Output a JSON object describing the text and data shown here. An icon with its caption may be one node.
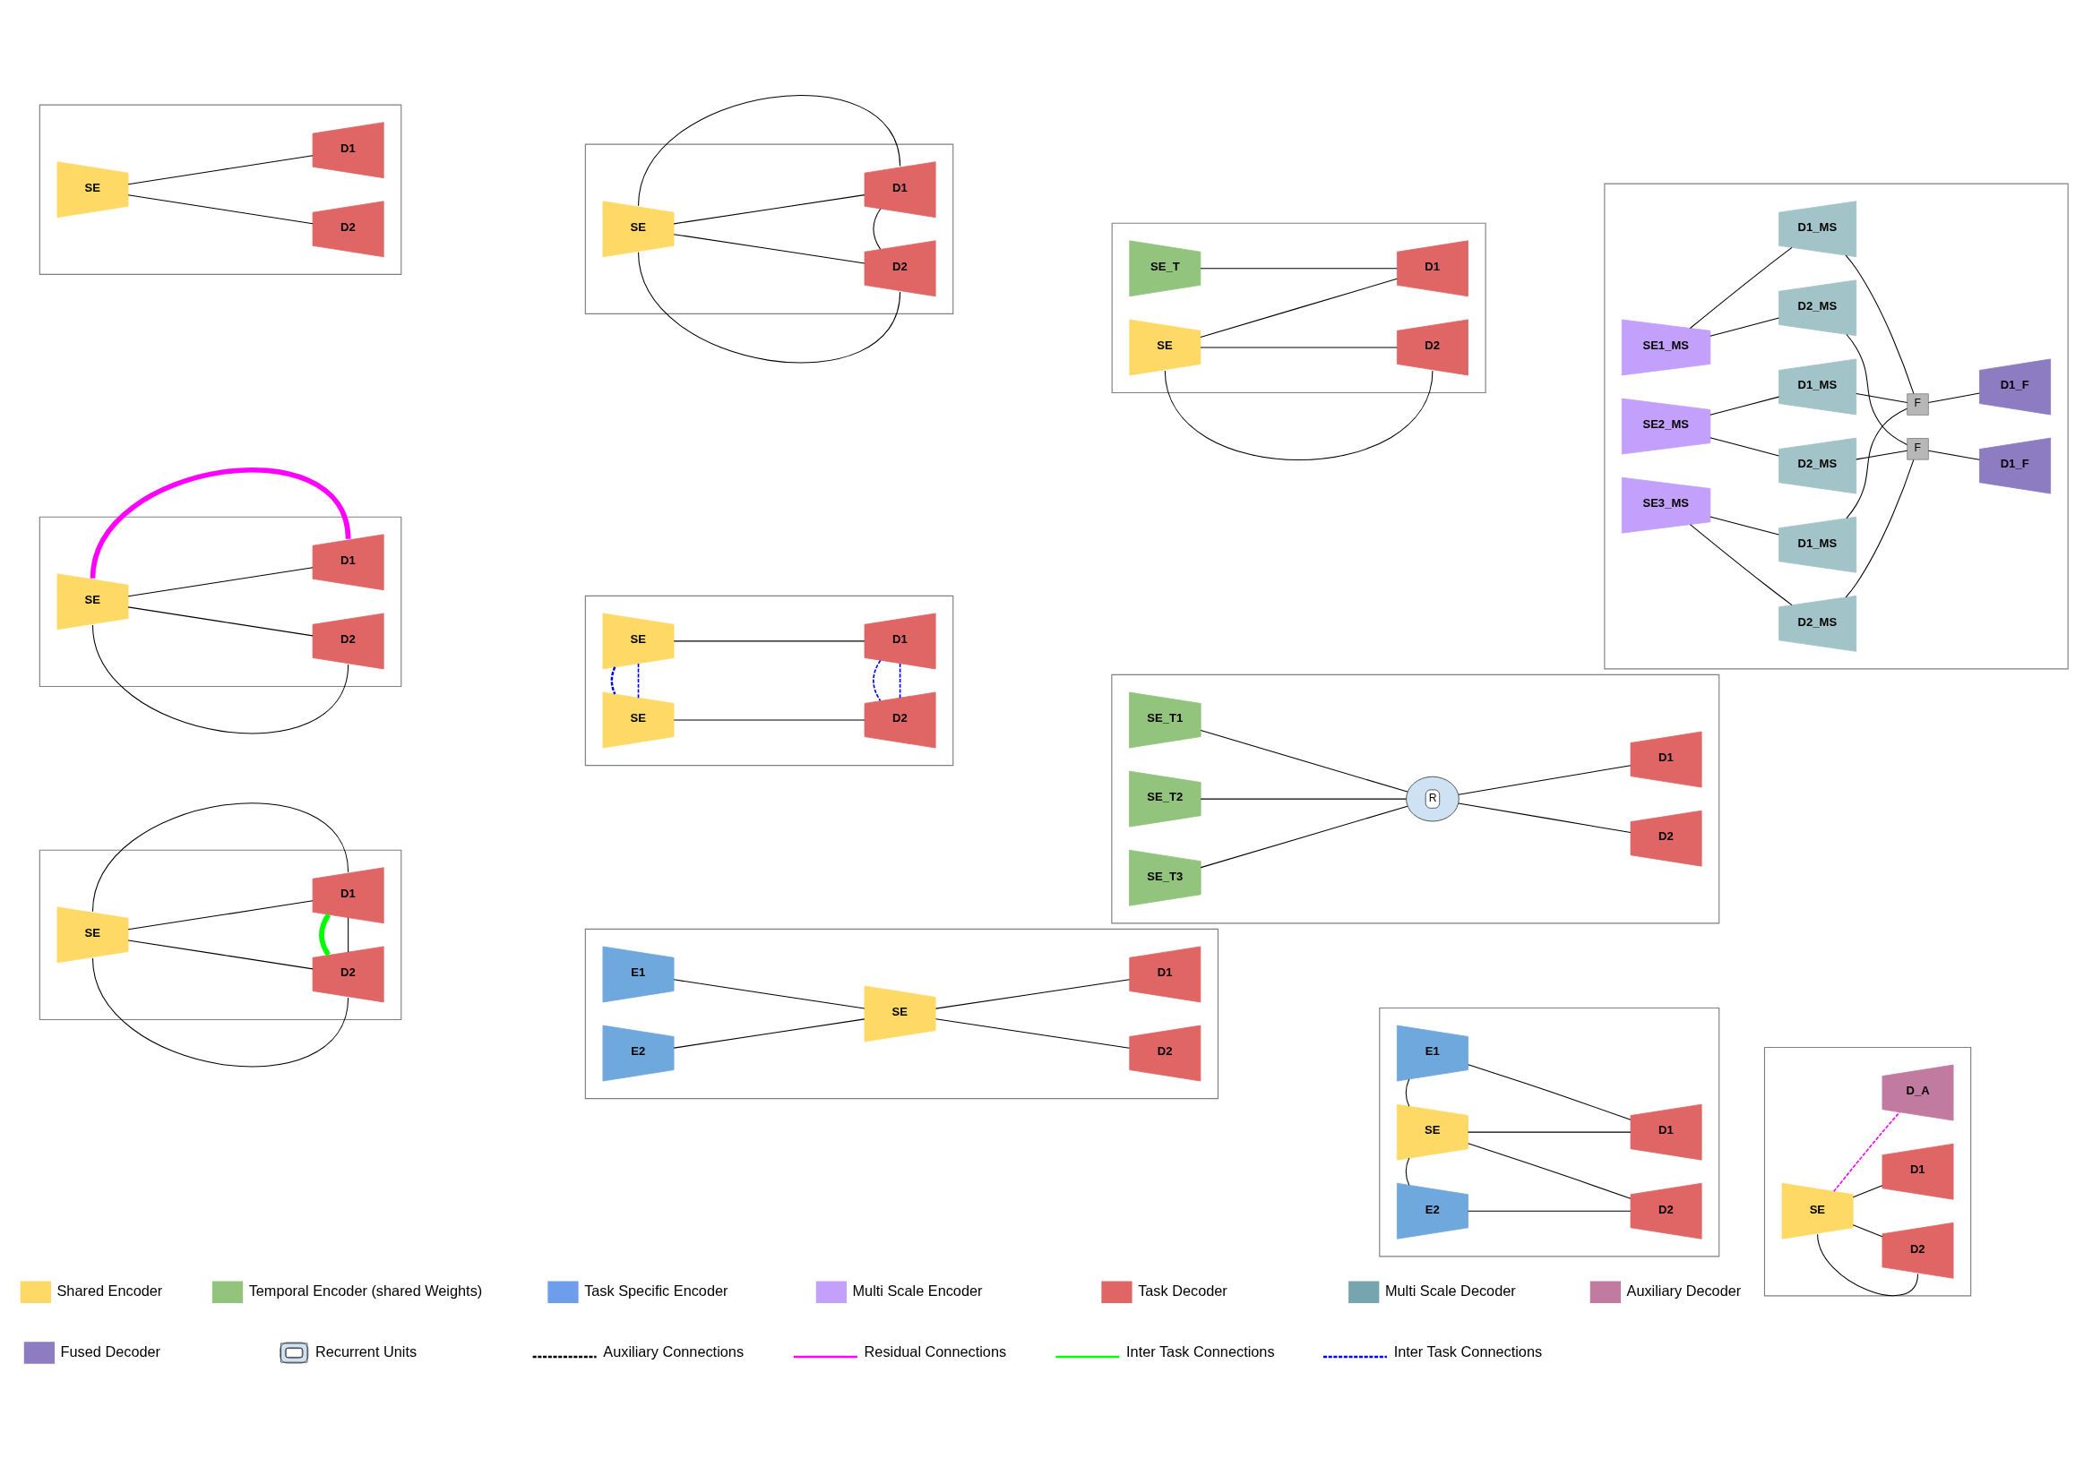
{
  "diagram": {
    "nodes": [
      {
        "text": [],
        "shape": "box"
      },
      {
        "text": [
          "SE"
        ],
        "in": 0
      },
      {
        "text": [
          "D1"
        ],
        "in": 0
      },
      {
        "text": [
          "D2"
        ],
        "in": 0
      },
      {
        "text": [],
        "shape": "box"
      },
      {
        "text": [
          "SE"
        ],
        "in": 4
      },
      {
        "text": [
          "D1"
        ],
        "in": 4
      },
      {
        "text": [
          "D2"
        ],
        "in": 4
      },
      {
        "text": [],
        "shape": "box"
      },
      {
        "text": [
          "SE_T"
        ],
        "in": 8
      },
      {
        "text": [
          "SE"
        ],
        "in": 8
      },
      {
        "text": [
          "D1"
        ],
        "in": 8
      },
      {
        "text": [
          "D2"
        ],
        "in": 8
      },
      {
        "text": [],
        "shape": "box"
      },
      {
        "text": [
          "SE1_MS"
        ],
        "in": 13
      },
      {
        "text": [
          "D1_MS"
        ],
        "in": 13
      },
      {
        "text": [
          "D2_MS"
        ],
        "in": 13
      },
      {
        "text": [
          "SE2_MS"
        ],
        "in": 13
      },
      {
        "text": [
          "D1_MS"
        ],
        "in": 13
      },
      {
        "text": [
          "D2_MS"
        ],
        "in": 13
      },
      {
        "text": [
          "SE3_MS"
        ],
        "in": 13
      },
      {
        "text": [
          "D1_MS"
        ],
        "in": 13
      },
      {
        "text": [
          "D2_MS"
        ],
        "in": 13
      },
      {
        "text": [
          "F"
        ],
        "in": 13
      },
      {
        "text": [
          "D1_F"
        ],
        "in": 13
      },
      {
        "text": [
          "F"
        ],
        "in": 13
      },
      {
        "text": [
          "D1_F"
        ],
        "in": 13
      },
      {
        "text": [],
        "shape": "box"
      },
      {
        "text": [
          "SE"
        ],
        "in": 27
      },
      {
        "text": [
          "D1"
        ],
        "in": 27
      },
      {
        "text": [
          "D2"
        ],
        "in": 27
      },
      {
        "text": [],
        "shape": "box"
      },
      {
        "text": [
          "SE"
        ],
        "in": 31
      },
      {
        "text": [
          "D1"
        ],
        "in": 31
      },
      {
        "text": [
          "SE"
        ],
        "in": 31
      },
      {
        "text": [
          "D2"
        ],
        "in": 31
      },
      {
        "text": [],
        "shape": "box"
      },
      {
        "text": [
          "SE_T1"
        ],
        "in": 36
      },
      {
        "text": [
          "SE_T2"
        ],
        "in": 36
      },
      {
        "text": [
          "SE_T3"
        ],
        "in": 36
      },
      {
        "text": [
          "R"
        ],
        "in": 36
      },
      {
        "text": [
          "D1"
        ],
        "in": 36
      },
      {
        "text": [
          "D2"
        ],
        "in": 36
      },
      {
        "text": [],
        "shape": "box"
      },
      {
        "text": [
          "SE"
        ],
        "in": 43
      },
      {
        "text": [
          "D1"
        ],
        "in": 43
      },
      {
        "text": [
          "D2"
        ],
        "in": 43
      },
      {
        "text": [],
        "shape": "box"
      },
      {
        "text": [
          "E1"
        ],
        "in": 47
      },
      {
        "text": [
          "E2"
        ],
        "in": 47
      },
      {
        "text": [
          "SE"
        ],
        "in": 47
      },
      {
        "text": [
          "D1"
        ],
        "in": 47
      },
      {
        "text": [
          "D2"
        ],
        "in": 47
      },
      {
        "text": [],
        "shape": "box"
      },
      {
        "text": [
          "E1"
        ],
        "in": 53
      },
      {
        "text": [
          "SE"
        ],
        "in": 53
      },
      {
        "text": [
          "E2"
        ],
        "in": 53
      },
      {
        "text": [
          "D1"
        ],
        "in": 53
      },
      {
        "text": [
          "D2"
        ],
        "in": 53
      },
      {
        "text": [],
        "shape": "box"
      },
      {
        "text": [
          "SE"
        ],
        "in": 59
      },
      {
        "text": [
          "D_A"
        ],
        "in": 59
      },
      {
        "text": [
          "D1"
        ],
        "in": 59
      },
      {
        "text": [
          "D2"
        ],
        "in": 59
      }
    ],
    "edges": [
      {
        "from": 1,
        "to": 2,
        "arrow": "none"
      },
      {
        "from": 1,
        "to": 3,
        "arrow": "none"
      },
      {
        "from": 5,
        "to": 6,
        "arrow": "none"
      },
      {
        "from": 5,
        "to": 6,
        "arrow": "none"
      },
      {
        "from": 5,
        "to": 7,
        "arrow": "none"
      },
      {
        "from": 6,
        "to": 7,
        "arrow": "none"
      },
      {
        "from": 5,
        "to": 7,
        "arrow": "none"
      },
      {
        "from": 9,
        "to": 11,
        "arrow": "none"
      },
      {
        "from": 10,
        "to": 11,
        "arrow": "none"
      },
      {
        "from": 10,
        "to": 12,
        "arrow": "none"
      },
      {
        "from": 10,
        "to": 12,
        "arrow": "none"
      },
      {
        "from": 14,
        "to": 15,
        "arrow": "none"
      },
      {
        "from": 14,
        "to": 16,
        "arrow": "none"
      },
      {
        "from": 17,
        "to": 18,
        "arrow": "none"
      },
      {
        "from": 17,
        "to": 19,
        "arrow": "none"
      },
      {
        "from": 20,
        "to": 21,
        "arrow": "none"
      },
      {
        "from": 20,
        "to": 22,
        "arrow": "none"
      },
      {
        "from": 15,
        "to": 23,
        "arrow": "none"
      },
      {
        "from": 18,
        "to": 23,
        "arrow": "none"
      },
      {
        "from": 21,
        "to": 23,
        "arrow": "none"
      },
      {
        "from": 16,
        "to": 25,
        "arrow": "none"
      },
      {
        "from": 19,
        "to": 25,
        "arrow": "none"
      },
      {
        "from": 22,
        "to": 25,
        "arrow": "none"
      },
      {
        "from": 23,
        "to": 24,
        "arrow": "none"
      },
      {
        "from": 25,
        "to": 26,
        "arrow": "none"
      },
      {
        "from": 28,
        "to": 29,
        "arrow": "none",
        "style": "thick",
        "color": "#ff00ff"
      },
      {
        "from": 28,
        "to": 29,
        "arrow": "none"
      },
      {
        "from": 28,
        "to": 30,
        "arrow": "none"
      },
      {
        "from": 28,
        "to": 30,
        "arrow": "none"
      },
      {
        "from": 32,
        "to": 33,
        "arrow": "none"
      },
      {
        "from": 34,
        "to": 35,
        "arrow": "none"
      },
      {
        "from": 32,
        "to": 34,
        "arrow": "none",
        "style": "dashed",
        "color": "#0000ff"
      },
      {
        "from": 32,
        "to": 34,
        "arrow": "none",
        "style": "dashed",
        "color": "#0000ff"
      },
      {
        "from": 33,
        "to": 35,
        "arrow": "none",
        "style": "dashed",
        "color": "#0000ff"
      },
      {
        "from": 33,
        "to": 35,
        "arrow": "none",
        "style": "dashed",
        "color": "#0000ff"
      },
      {
        "from": 37,
        "to": 40,
        "arrow": "none"
      },
      {
        "from": 38,
        "to": 40,
        "arrow": "none"
      },
      {
        "from": 39,
        "to": 40,
        "arrow": "none"
      },
      {
        "from": 40,
        "to": 41,
        "arrow": "none"
      },
      {
        "from": 40,
        "to": 42,
        "arrow": "none"
      },
      {
        "from": 44,
        "to": 45,
        "arrow": "none"
      },
      {
        "from": 44,
        "to": 45,
        "arrow": "none"
      },
      {
        "from": 44,
        "to": 46,
        "arrow": "none"
      },
      {
        "from": 45,
        "to": 46,
        "arrow": "none"
      },
      {
        "from": 45,
        "to": 46,
        "arrow": "none",
        "style": "thick",
        "color": "#00ff00"
      },
      {
        "from": 44,
        "to": 46,
        "arrow": "none"
      },
      {
        "from": 48,
        "to": 50,
        "arrow": "none"
      },
      {
        "from": 49,
        "to": 50,
        "arrow": "none"
      },
      {
        "from": 50,
        "to": 51,
        "arrow": "none"
      },
      {
        "from": 50,
        "to": 52,
        "arrow": "none"
      },
      {
        "from": 54,
        "to": 57,
        "arrow": "none"
      },
      {
        "from": 54,
        "to": 55,
        "arrow": "none"
      },
      {
        "from": 55,
        "to": 57,
        "arrow": "none"
      },
      {
        "from": 55,
        "to": 58,
        "arrow": "none"
      },
      {
        "from": 55,
        "to": 56,
        "arrow": "none"
      },
      {
        "from": 56,
        "to": 58,
        "arrow": "none"
      },
      {
        "from": 60,
        "to": 61,
        "arrow": "none",
        "style": "dashed",
        "color": "#ff00ff"
      },
      {
        "from": 60,
        "to": 62,
        "arrow": "none"
      },
      {
        "from": 60,
        "to": 63,
        "arrow": "none"
      },
      {
        "from": 60,
        "to": 63,
        "arrow": "none"
      }
    ],
    "legend": [
      {
        "text": "Shared Encoder",
        "color": "#ffd966"
      },
      {
        "text": "Temporal Encoder (shared Weights)",
        "color": "#93c47d"
      },
      {
        "text": "Task Specific Encoder",
        "color": "#6d9eeb"
      },
      {
        "text": "Multi Scale Encoder",
        "color": "#c3a0fc"
      },
      {
        "text": "Task Decoder",
        "color": "#e06666"
      },
      {
        "text": "Multi Scale Decoder",
        "color": "#76a5af"
      },
      {
        "text": "Auxiliary Decoder",
        "color": "#c27ba0"
      },
      {
        "text": "Fused Decoder",
        "color": "#8e7cc3"
      },
      {
        "text": "Recurrent Units"
      },
      {
        "text": "Auxiliary Connections"
      },
      {
        "text": "Residual Connections"
      },
      {
        "text": "Inter Task Connections"
      },
      {
        "text": "Inter Task Connections"
      }
    ]
  }
}
